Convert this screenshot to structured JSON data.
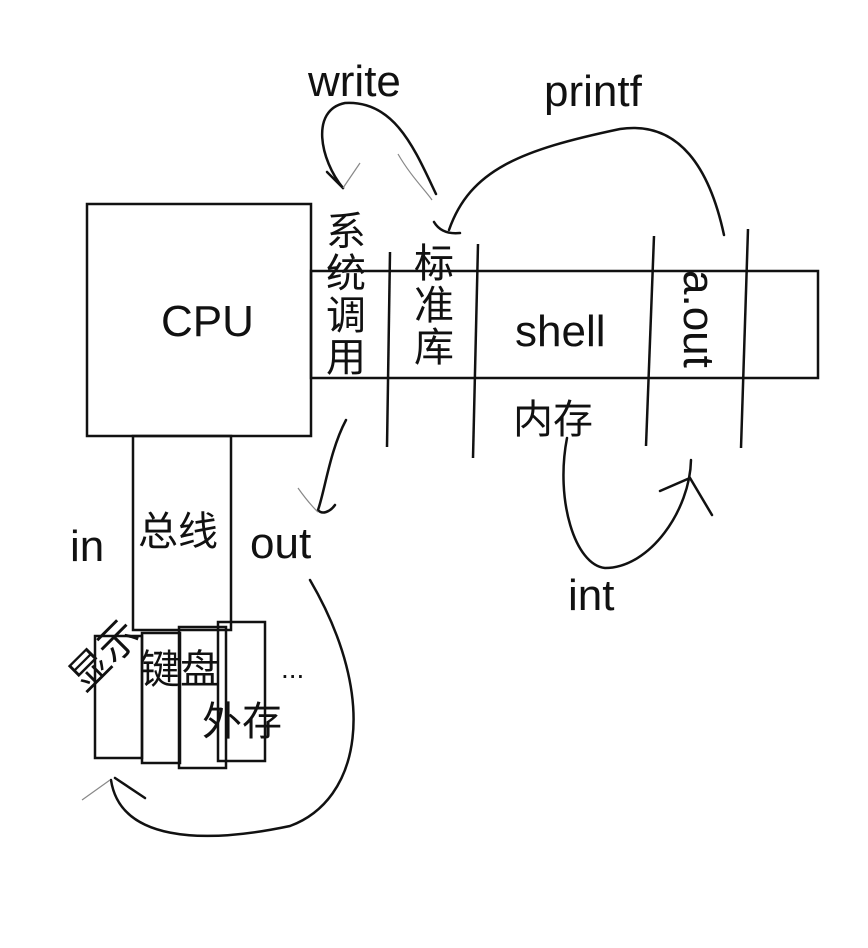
{
  "diagram": {
    "nodes": {
      "cpu": "CPU",
      "bus": "总线",
      "syscall": "系统调用",
      "stdlib": "标准库",
      "shell": "shell",
      "aout": "a.out",
      "memory": "内存",
      "display": "显示",
      "keyboard": "键盘",
      "storage": "外存",
      "more": "..."
    },
    "edges": {
      "write": "write",
      "printf": "printf",
      "in": "in",
      "out": "out",
      "int": "int"
    },
    "colors": {
      "stroke": "#111111",
      "light_stroke": "#888888",
      "background": "#ffffff"
    }
  }
}
